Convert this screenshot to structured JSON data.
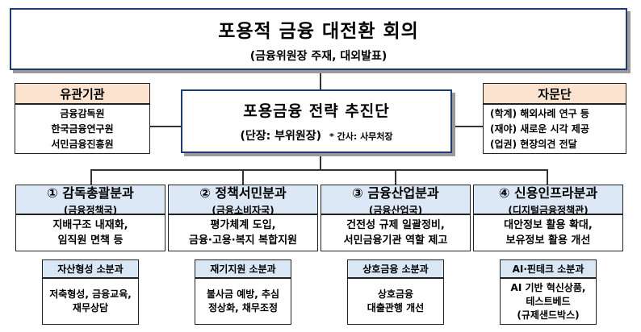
{
  "top": {
    "title": "포용적 금융 대전환 회의",
    "subtitle": "(금융위원장 주재, 대외발표)"
  },
  "left": {
    "header": "유관기관",
    "items": [
      "금융감독원",
      "한국금융연구원",
      "서민금융진흥원"
    ]
  },
  "right": {
    "header": "자문단",
    "items": [
      "(학계) 해외사례 연구 등",
      "(재야) 새로운 시각 제공",
      "(업권) 현장의견 전달"
    ]
  },
  "center": {
    "title": "포용금융 전략 추진단",
    "leader": "(단장: 부위원장)",
    "note": "* 간사: 사무처장"
  },
  "divisions": [
    {
      "name": "① 감독총괄분과",
      "dept": "(금융정책국)",
      "tasks": [
        "지배구조 내재화,",
        "임직원 면책 등"
      ],
      "sub_name": "자산형성 소분과",
      "sub_tasks": [
        "저축형성, 금융교육,",
        "재무상담"
      ]
    },
    {
      "name": "② 정책서민분과",
      "dept": "(금융소비자국)",
      "tasks": [
        "평가체계 도입,",
        "금융·고용·복지 복합지원"
      ],
      "sub_name": "재기지원 소분과",
      "sub_tasks": [
        "불사금 예방, 추심",
        "정상화, 채무조정"
      ]
    },
    {
      "name": "③ 금융산업분과",
      "dept": "(금융산업국)",
      "tasks": [
        "건전성 규제 일괄정비,",
        "서민금융기관 역할 제고"
      ],
      "sub_name": "상호금융 소분과",
      "sub_tasks": [
        "상호금융",
        "대출관행 개선"
      ]
    },
    {
      "name": "④ 신용인프라분과",
      "dept": "(디지털금융정책관)",
      "tasks": [
        "대안정보 활용 확대,",
        "보유정보 활용 개선"
      ],
      "sub_name": "AI·핀테크 소분과",
      "sub_tasks": [
        "AI 기반 혁신상품,",
        "테스트베드",
        "(규제샌드박스)"
      ]
    }
  ]
}
